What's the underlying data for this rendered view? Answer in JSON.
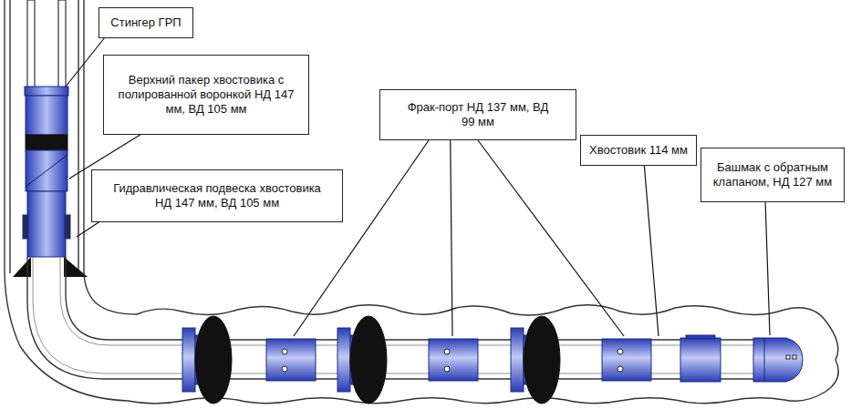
{
  "diagram": {
    "nodes": [
      {
        "text": [
          "Стингер ГРП"
        ]
      },
      {
        "text": [
          "Верхний пакер хвостовика с полированной воронкой НД 147 мм, ВД 105 мм"
        ]
      },
      {
        "text": [
          "Гидравлическая подвеска хвостовика НД 147 мм, ВД 105 мм"
        ]
      },
      {
        "text": [
          "Фрак-порт НД 137 мм, ВД 99 мм"
        ]
      },
      {
        "text": [
          "Хвостовик 114 мм"
        ]
      },
      {
        "text": [
          "Башмак с обратным клапаном, НД 127 мм"
        ]
      }
    ]
  }
}
